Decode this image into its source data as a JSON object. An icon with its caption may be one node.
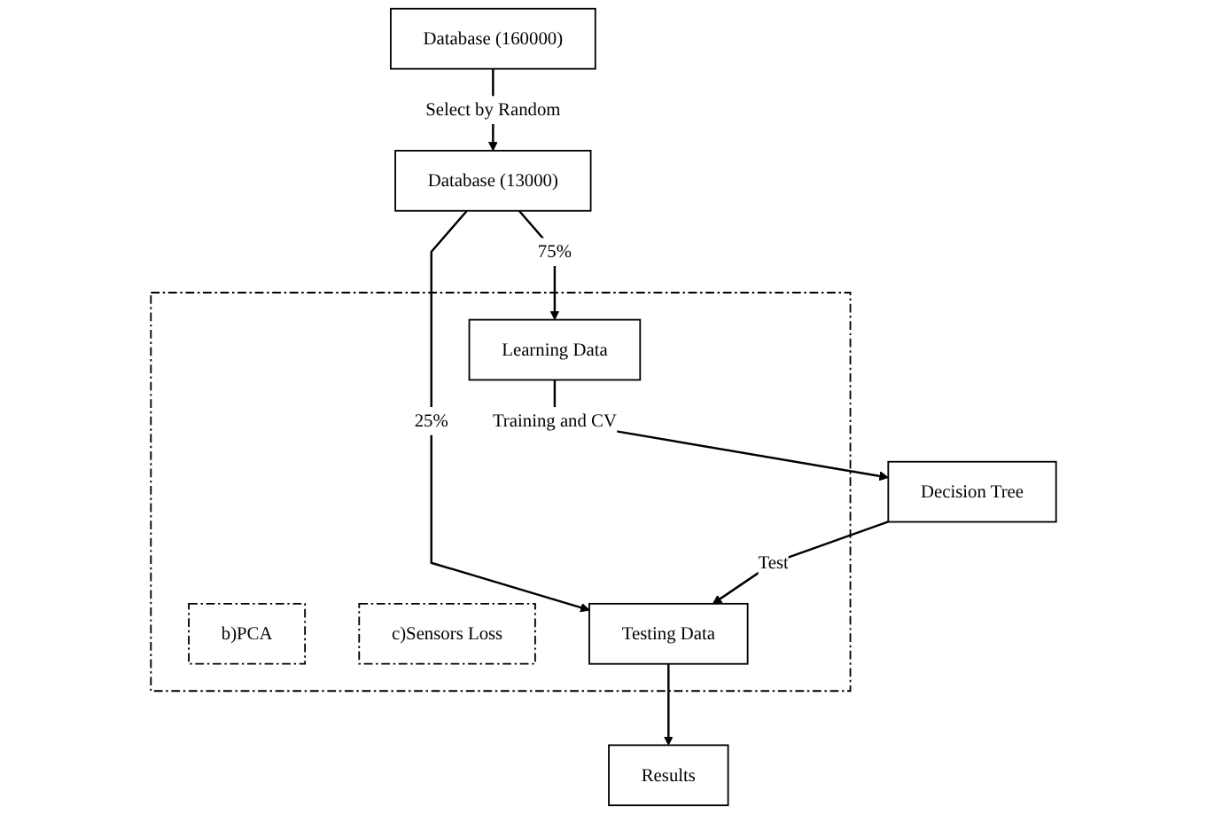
{
  "diagram": {
    "nodes": [
      {
        "text": [
          "Database (160000)"
        ]
      },
      {
        "text": [
          "Database (13000)"
        ]
      },
      {
        "text": [],
        "shape": "box"
      },
      {
        "text": [
          "b)PCA"
        ],
        "in": 2
      },
      {
        "text": [
          "c)Sensors Loss"
        ],
        "in": 2
      },
      {
        "text": [
          "Learning Data"
        ],
        "in": 2
      },
      {
        "text": [
          "Testing Data"
        ],
        "in": 2
      },
      {
        "text": [
          "Decision Tree"
        ]
      },
      {
        "text": [
          "Results"
        ]
      }
    ],
    "edges": [
      {
        "from": 0,
        "to": 1,
        "arrow": "to",
        "label": "Select by Random"
      },
      {
        "from": 1,
        "to": 5,
        "arrow": "to",
        "label": "75%"
      },
      {
        "from": 1,
        "to": 6,
        "arrow": "to",
        "label": "25%"
      },
      {
        "from": 5,
        "to": 7,
        "arrow": "to",
        "label": "Training and CV"
      },
      {
        "from": 7,
        "to": 6,
        "arrow": "to",
        "label": "Test"
      },
      {
        "from": 6,
        "to": 8,
        "arrow": "to"
      }
    ]
  }
}
